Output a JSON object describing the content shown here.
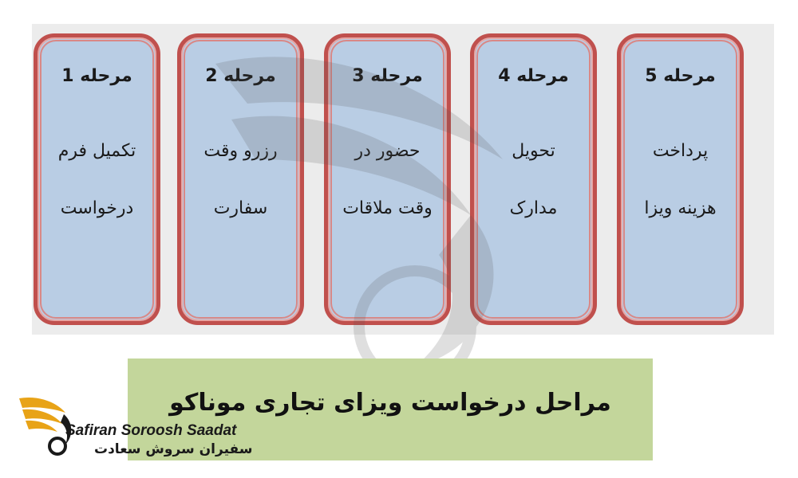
{
  "steps": [
    {
      "number_label": "مرحله 5",
      "line1": "پرداخت",
      "line2": "هزینه ویزا"
    },
    {
      "number_label": "مرحله 4",
      "line1": "تحویل",
      "line2": "مدارک"
    },
    {
      "number_label": "مرحله 3",
      "line1": "حضور در",
      "line2": "وقت ملاقات"
    },
    {
      "number_label": "مرحله 2",
      "line1": "رزرو وقت",
      "line2": "سفارت"
    },
    {
      "number_label": "مرحله 1",
      "line1": "تکمیل فرم",
      "line2": "درخواست"
    }
  ],
  "caption": "مراحل درخواست ویزای تجاری موناکو",
  "logo": {
    "latin_name": "Safiran Soroosh Saadat",
    "persian_name": "سفیران سروش سعادت"
  },
  "colors": {
    "card_fill": "#b9cde4",
    "card_border": "#c0504d",
    "caption_fill": "#c3d69b",
    "logo_gold": "#e8a317"
  }
}
